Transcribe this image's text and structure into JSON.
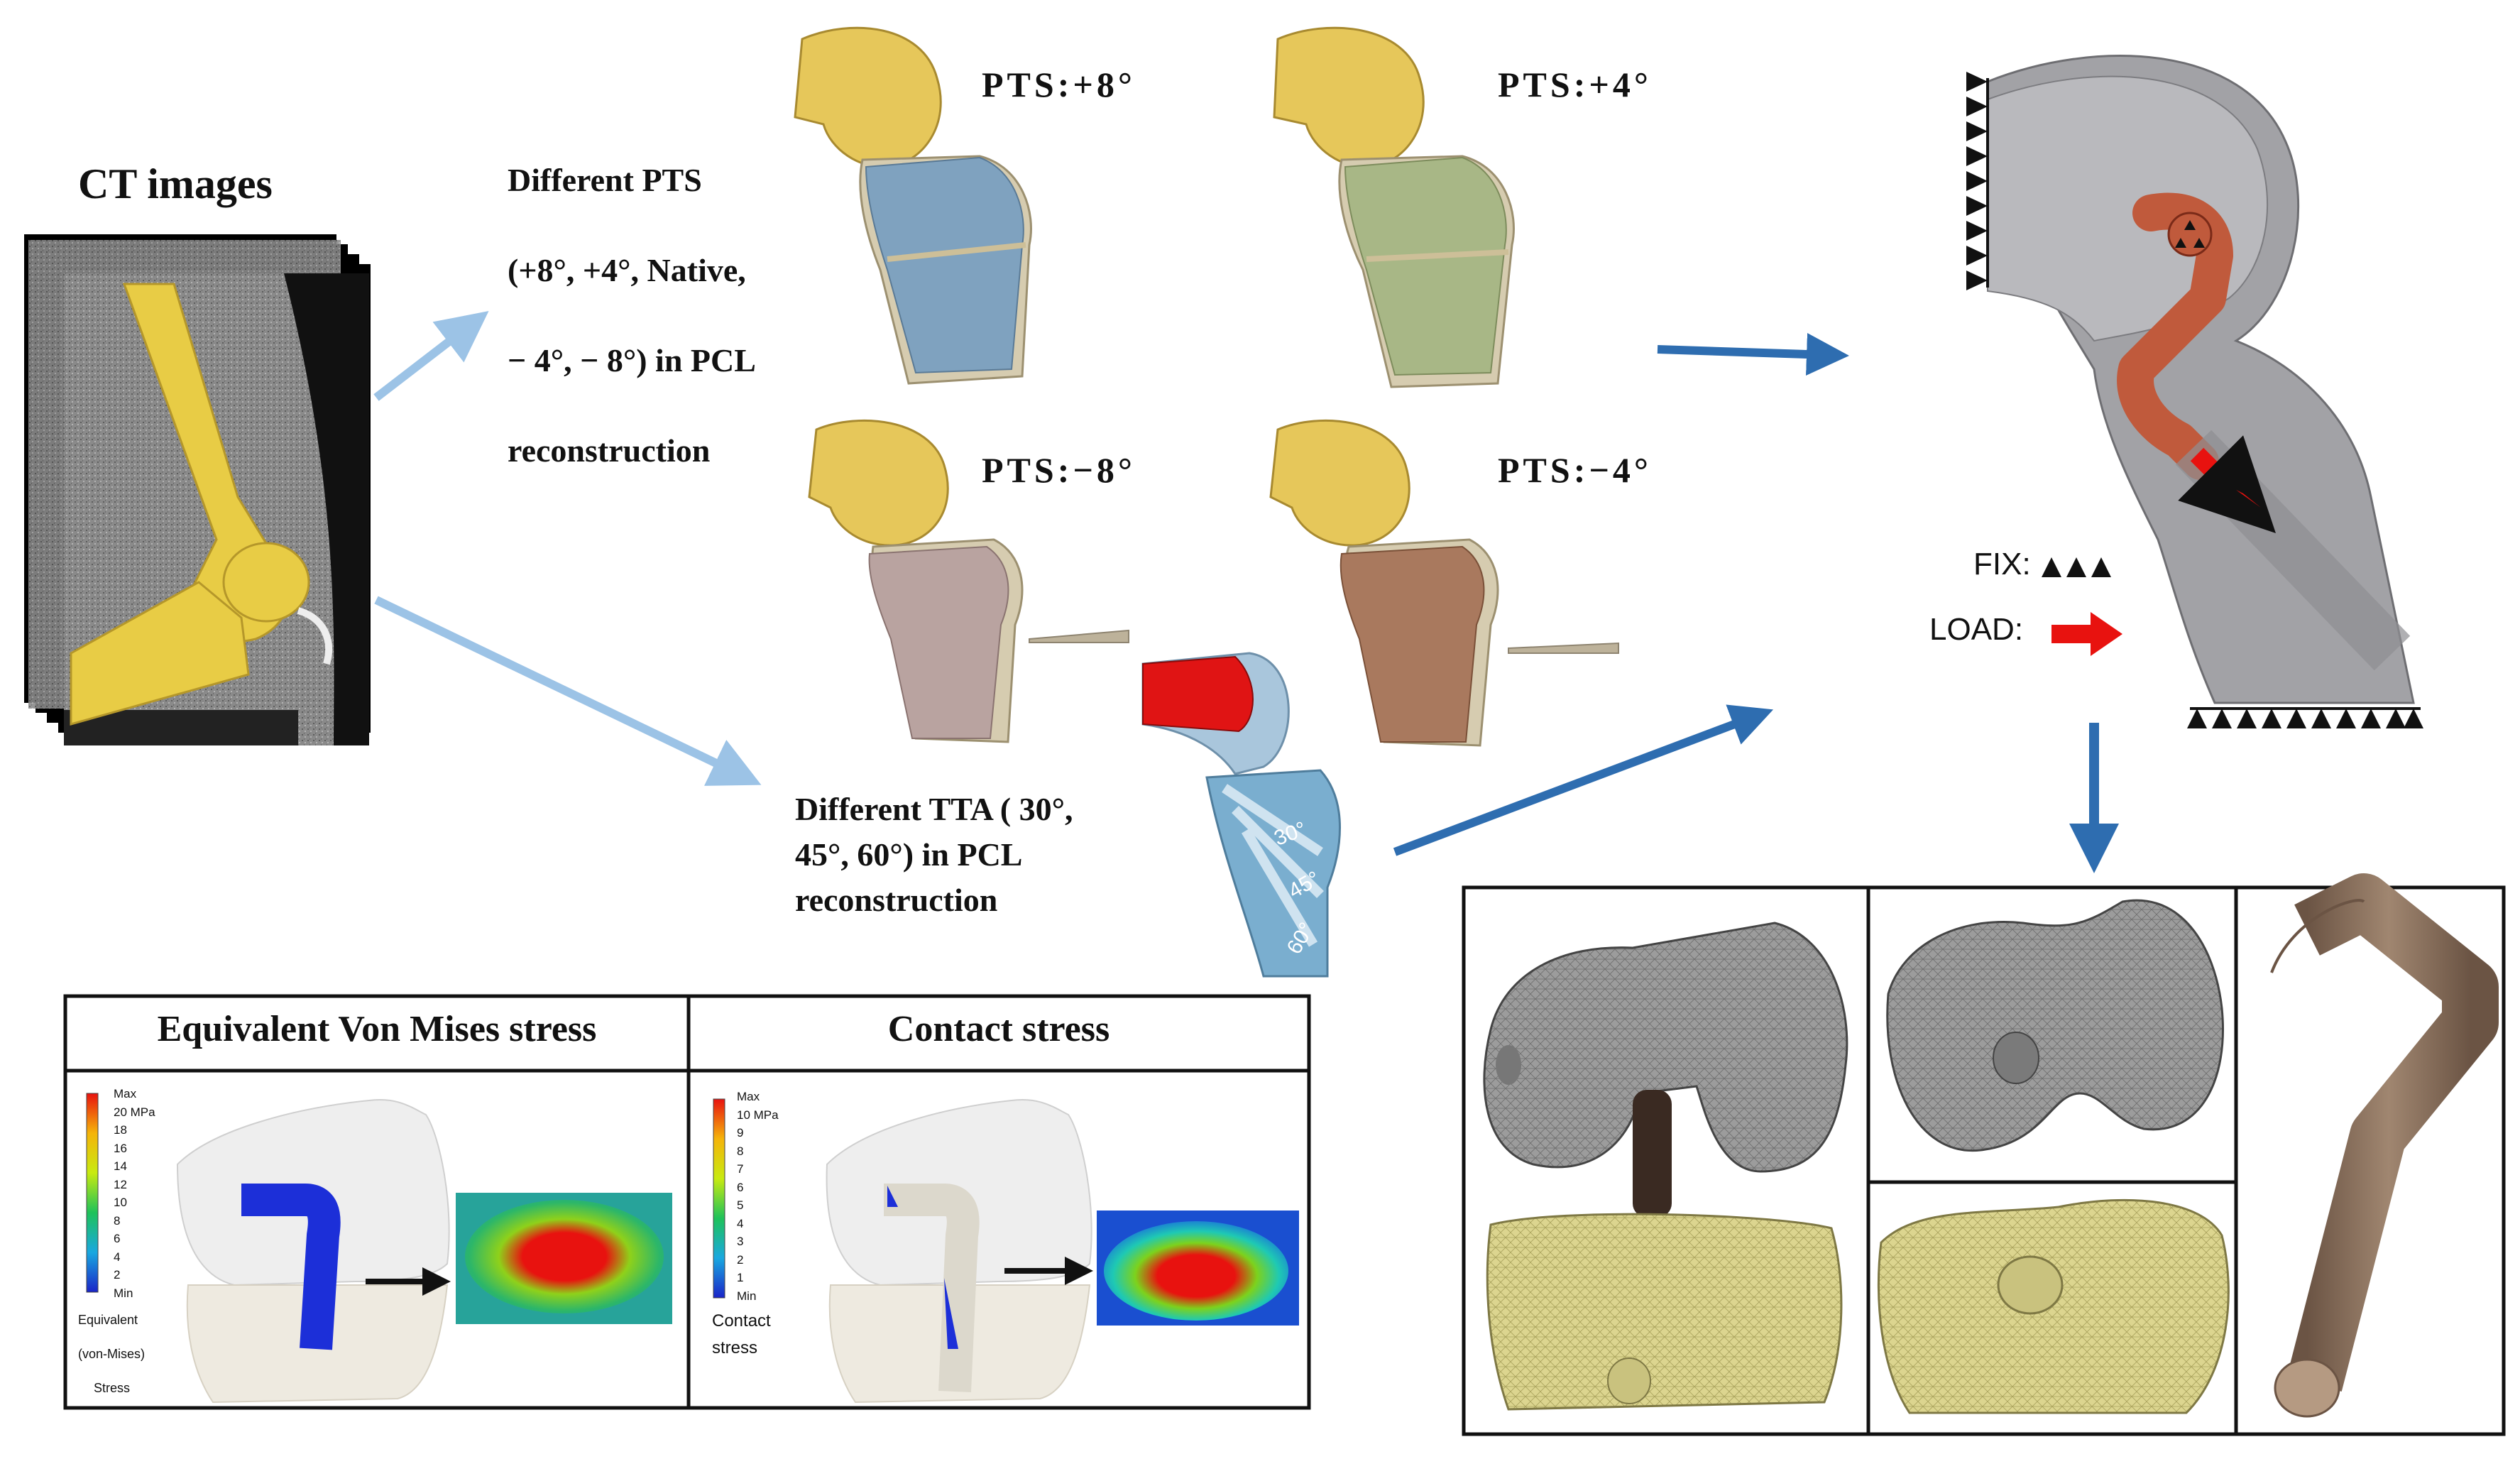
{
  "ct": {
    "title": "CT images"
  },
  "pts_group": {
    "description_lines": [
      "Different PTS",
      "(+8°, +4°, Native,",
      "− 4°, − 8°) in PCL",
      "reconstruction"
    ],
    "labels": [
      "PTS:+8°",
      "PTS:+4°",
      "PTS:−8°",
      "PTS:−4°"
    ]
  },
  "tta_group": {
    "description_lines": [
      "Different TTA ( 30°,",
      "45°, 60°)  in PCL",
      "reconstruction"
    ],
    "angle_labels": [
      "30°",
      "45°",
      "60°"
    ]
  },
  "boundary": {
    "fix_label": "FIX:",
    "load_label": "LOAD:"
  },
  "results": {
    "panels": [
      {
        "header": "Equivalent Von Mises stress",
        "scale": [
          "Max",
          "20 MPa",
          "18",
          "16",
          "14",
          "12",
          "10",
          "8",
          "6",
          "4",
          "2",
          "Min"
        ],
        "caption": [
          "Equivalent",
          "(von-Mises)",
          "Stress"
        ]
      },
      {
        "header": "Contact stress",
        "scale": [
          "Max",
          "10 MPa",
          "9",
          "8",
          "7",
          "6",
          "5",
          "4",
          "3",
          "2",
          "1",
          "Min"
        ],
        "caption": [
          "Contact",
          "stress"
        ]
      }
    ],
    "scale_colors": [
      "#e8120f",
      "#f26a0c",
      "#f5b40a",
      "#f2e80c",
      "#b8e80e",
      "#5fd61c",
      "#1ec25a",
      "#1ec9b4",
      "#19a8e0",
      "#1a62e0",
      "#1a24c8"
    ]
  },
  "colors": {
    "arrow_light": "#9cc3e6",
    "arrow_dark": "#2e6db0",
    "femur": "#e6c75a",
    "tibia_plus8": "#7fa2bf",
    "tibia_plus4": "#a8b786",
    "tibia_minus8": "#b9a3a0",
    "tibia_minus4": "#a9795e",
    "load": "#e8120f",
    "mesh_bone": "#dcd58f",
    "mesh_femur": "#9a9a9a",
    "graft": "#8a7360"
  }
}
